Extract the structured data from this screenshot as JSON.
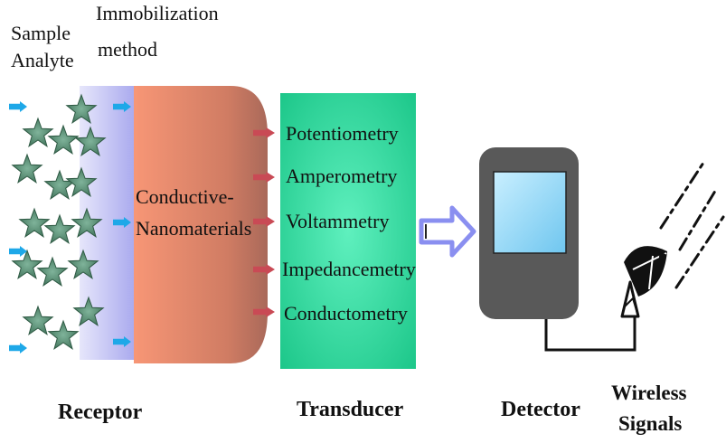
{
  "labels": {
    "sample_analyte_line1": "Sample",
    "sample_analyte_line2": "Analyte",
    "immobilization_line1": "Immobilization",
    "immobilization_line2": "method",
    "conductive_line1": "Conductive-",
    "conductive_line2": "Nanomaterials",
    "receptor": "Receptor",
    "transducer": "Transducer",
    "detector": "Detector",
    "wireless_line1": "Wireless",
    "wireless_line2": "Signals"
  },
  "transducer_methods": [
    "Potentiometry",
    "Amperometry",
    "Voltammetry",
    "Impedancemetry",
    "Conductometry"
  ],
  "icons": {
    "analyte": "star-icon",
    "input": "arrow-right-icon",
    "output": "block-arrow-icon",
    "detector": "display-device-icon",
    "antenna": "satellite-dish-icon"
  },
  "colors": {
    "star_fill": "#4f8b6a",
    "cyan_arrow": "#1ea8e8",
    "receptor_layer": "#b8b8f0",
    "nanomaterial_left": "#f28a6a",
    "nanomaterial_right": "#b5705c",
    "red_arrow": "#c94a55",
    "transducer": "#2ad49a",
    "detector_body": "#555555",
    "detector_screen": "#9fdcf5"
  }
}
